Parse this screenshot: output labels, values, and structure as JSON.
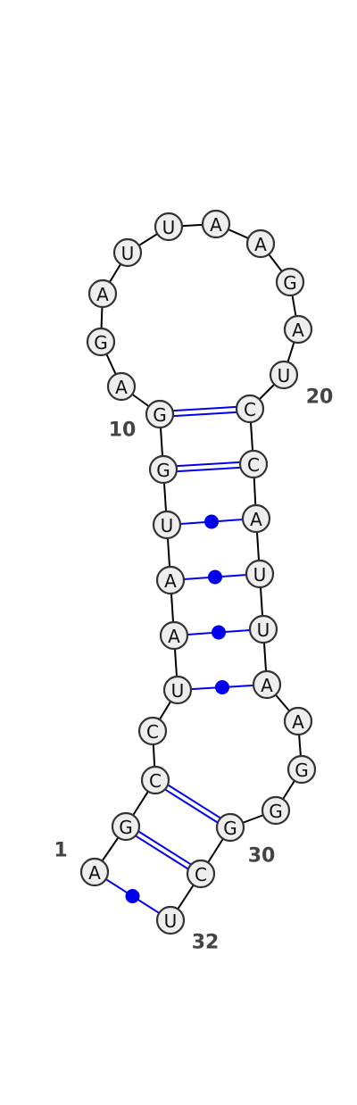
{
  "molecule": {
    "sequence": [
      "A",
      "G",
      "C",
      "C",
      "U",
      "A",
      "A",
      "U",
      "G",
      "G",
      "A",
      "G",
      "A",
      "U",
      "U",
      "A",
      "A",
      "G",
      "A",
      "U",
      "C",
      "C",
      "A",
      "U",
      "U",
      "A",
      "A",
      "G",
      "G",
      "G",
      "C",
      "U"
    ]
  },
  "pairs": [
    {
      "i": 1,
      "j": 32,
      "type": "GU"
    },
    {
      "i": 2,
      "j": 31,
      "type": "WC"
    },
    {
      "i": 3,
      "j": 30,
      "type": "WC"
    },
    {
      "i": 5,
      "j": 26,
      "type": "GU"
    },
    {
      "i": 6,
      "j": 25,
      "type": "GU"
    },
    {
      "i": 7,
      "j": 24,
      "type": "GU"
    },
    {
      "i": 8,
      "j": 23,
      "type": "GU"
    },
    {
      "i": 9,
      "j": 22,
      "type": "WC"
    },
    {
      "i": 10,
      "j": 21,
      "type": "WC"
    }
  ],
  "numbering": [
    {
      "index": 1,
      "text": "1"
    },
    {
      "index": 10,
      "text": "10"
    },
    {
      "index": 20,
      "text": "20"
    },
    {
      "index": 30,
      "text": "30"
    },
    {
      "index": 32,
      "text": "32"
    }
  ],
  "colors": {
    "pair_line": "#0000ee",
    "gu_dot": "#0000ee"
  }
}
